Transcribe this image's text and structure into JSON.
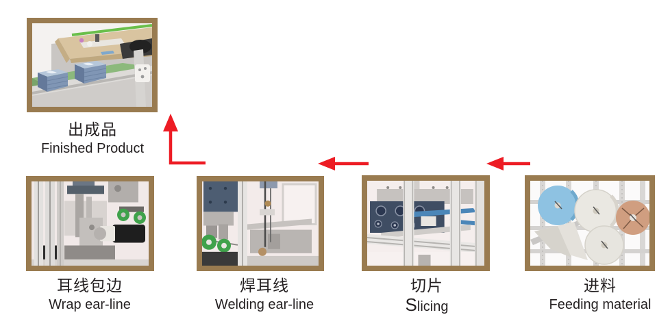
{
  "figure": {
    "background": "#ffffff",
    "colors": {
      "photo_frame": "#997b50",
      "flow_arrow": "#ed1c24",
      "label_text": "#231f20"
    }
  },
  "stages": [
    {
      "id": "finished-product",
      "label_zh": "出成品",
      "label_en": "Finished Product",
      "depicts": "stacks of blue finished product on a green conveyor under a beige dispensing unit"
    },
    {
      "id": "wrap-ear-line",
      "label_zh": "耳线包边",
      "label_en": "Wrap ear-line",
      "depicts": "wrapping station with aluminum columns, black motor and green rollers"
    },
    {
      "id": "welding-ear-line",
      "label_zh": "焊耳线",
      "label_en": "Welding ear-line",
      "depicts": "welding station with vertical rods and green ear-line spools"
    },
    {
      "id": "slicing",
      "label_zh": "切片",
      "label_en": "Slicing",
      "label_en_cap": "S",
      "label_en_rest": "licing",
      "depicts": "slicing unit with navy block, blue belt and aluminum frame"
    },
    {
      "id": "feeding-material",
      "label_zh": "进料",
      "label_en": "Feeding material",
      "depicts": "blue, white and tan material rolls mounted on a feeding rack"
    }
  ],
  "flow": {
    "order": [
      "feeding-material",
      "slicing",
      "welding-ear-line",
      "wrap-ear-line",
      "finished-product"
    ],
    "arrows": [
      {
        "id": "feeding-to-slicing",
        "type": "left"
      },
      {
        "id": "slicing-to-welding",
        "type": "left"
      },
      {
        "id": "wrap-to-finished",
        "type": "elbow-up"
      }
    ]
  }
}
